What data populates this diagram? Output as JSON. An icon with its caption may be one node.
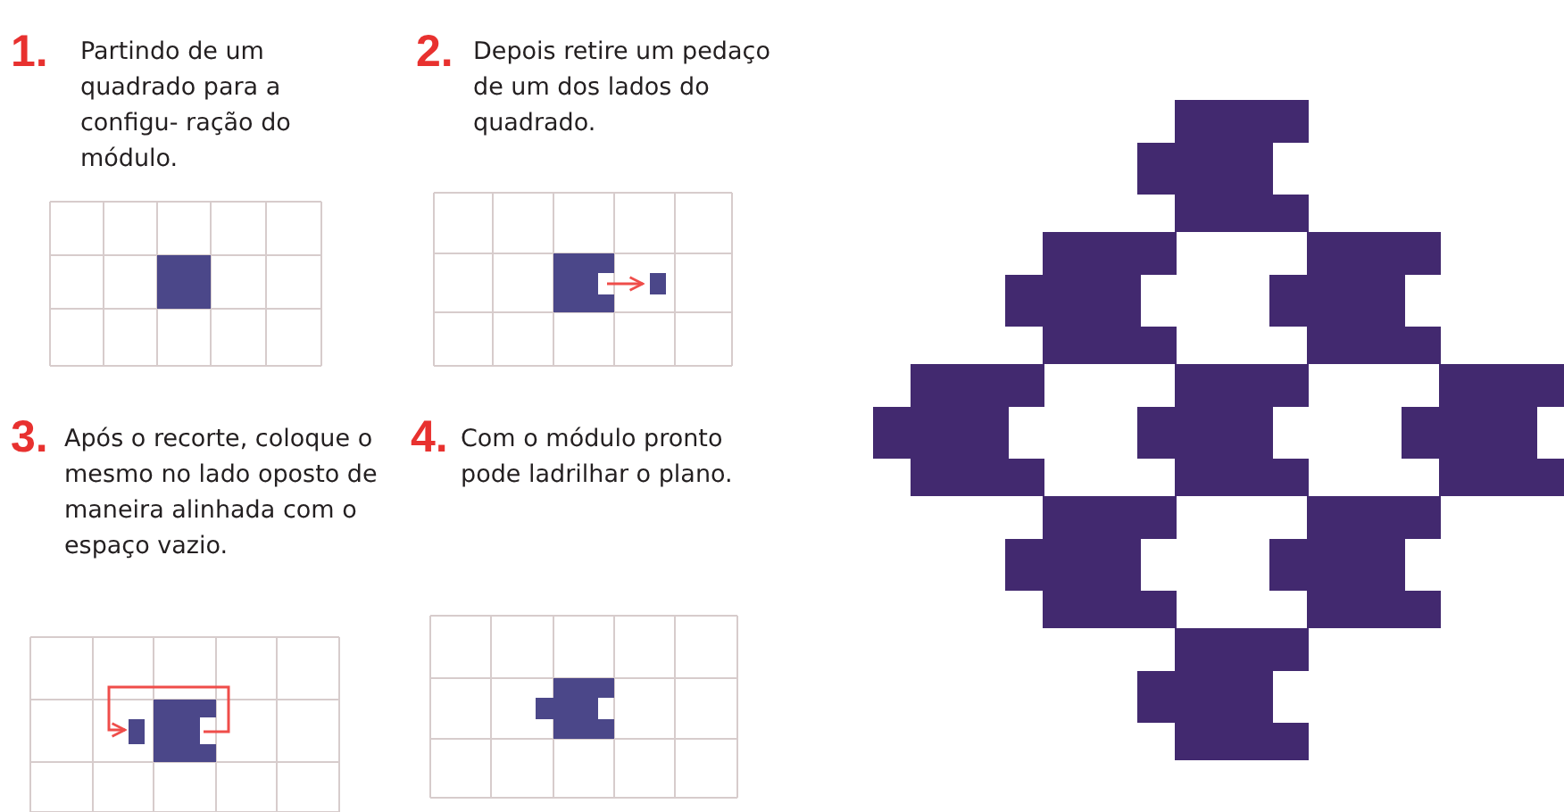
{
  "diagram": {
    "labels": [
      "1.",
      "Partindo de um quadrado para a configu- ração do módulo.",
      "2.",
      "Depois retire um pedaço de um dos lados do quadrado.",
      "3.",
      "Após o recorte, coloque o mesmo no lado oposto de maneira alinhada com o espaço vazio.",
      "4.",
      "Com o módulo pronto pode ladrilhar o plano."
    ]
  }
}
